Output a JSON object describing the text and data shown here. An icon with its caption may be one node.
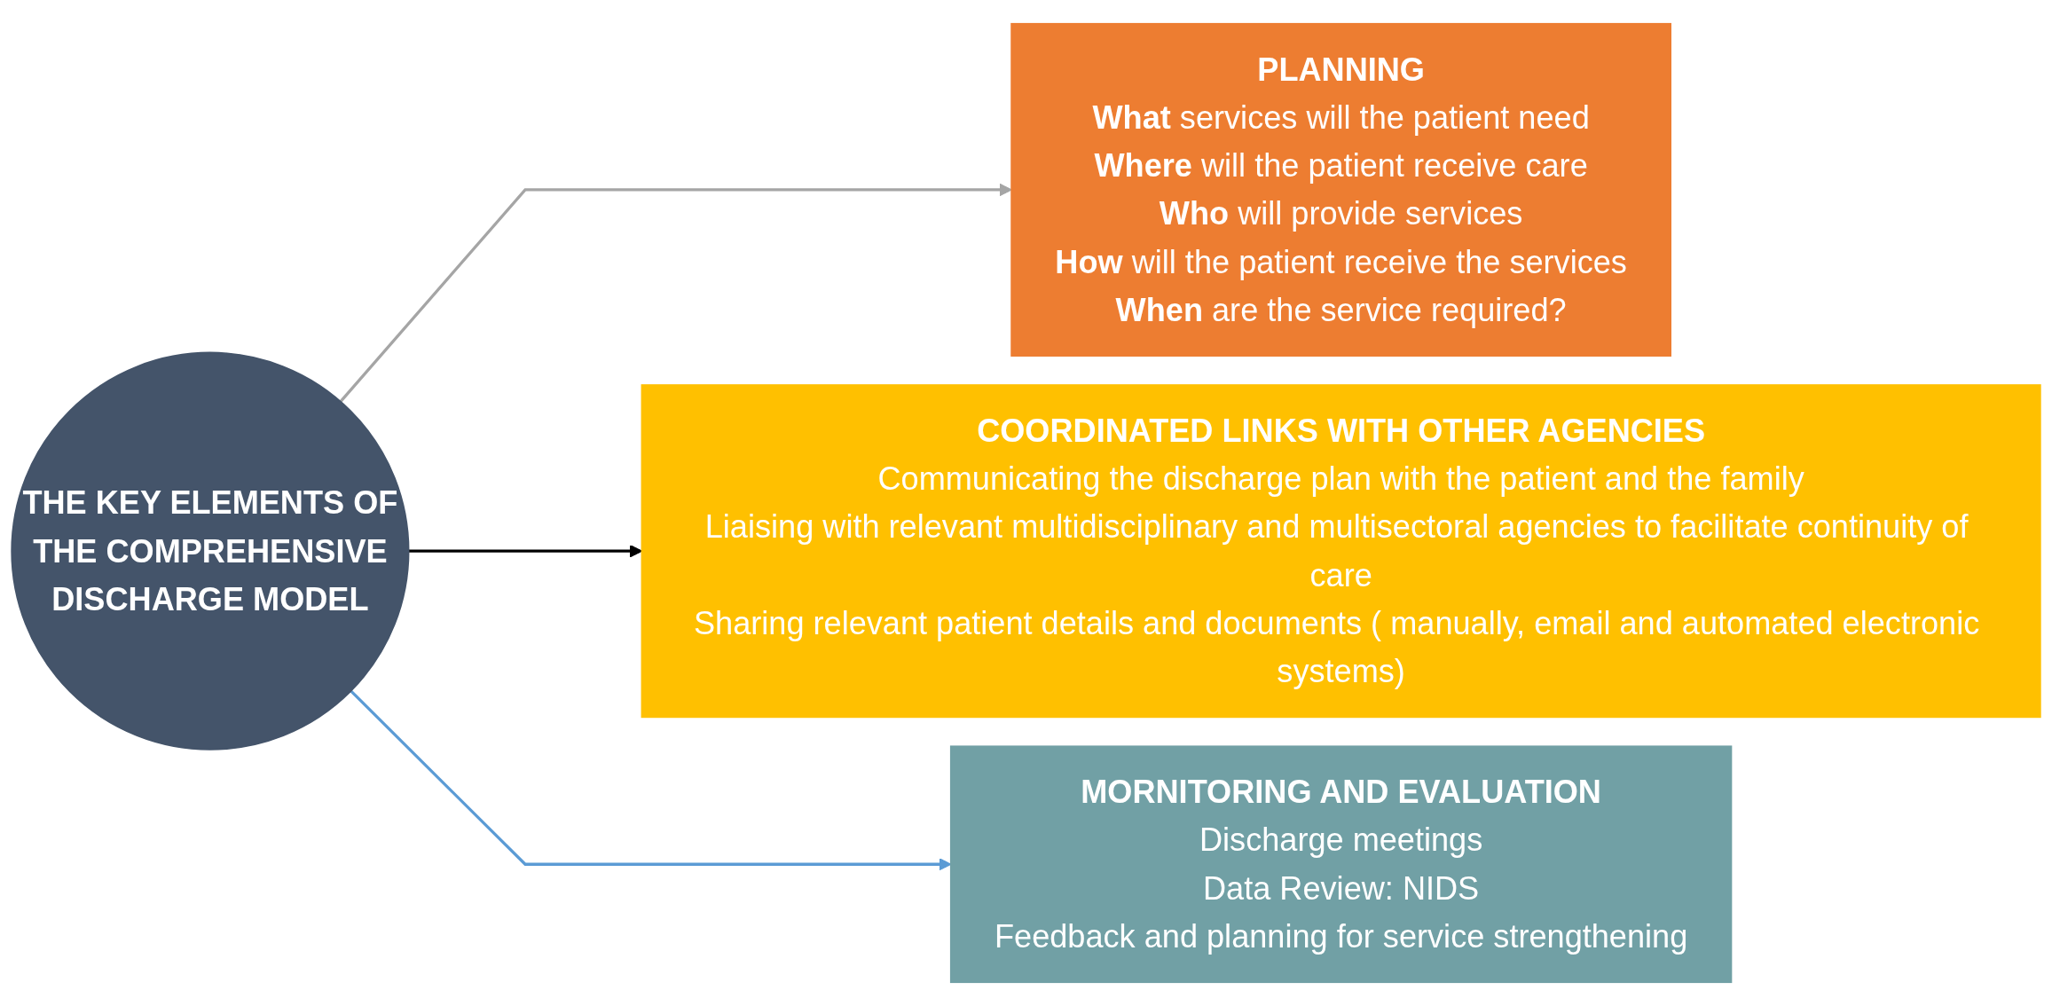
{
  "diagram": {
    "nodes": [
      {
        "text": [
          "THE KEY ELEMENTS OF THE COMPREHENSIVE DISCHARGE MODEL"
        ]
      },
      {
        "text": [
          "PLANNING",
          "**What** services will the patient need",
          "**Where** will the patient receive care",
          "**Who** will provide services",
          "**How** will the patient receive the services",
          "**When** are the service required?"
        ]
      },
      {
        "text": [
          "COORDINATED LINKS WITH OTHER AGENCIES",
          "Communicating the discharge plan with the patient and the family",
          "Liaising with relevant multidisciplinary and multisectoral agencies to facilitate continuity of care",
          "Sharing relevant patient details and documents ( manually, email and automated electronic systems)"
        ]
      },
      {
        "text": [
          "MORNITORING AND EVALUATION",
          "Discharge meetings",
          "Data Review: NIDS",
          "Feedback and planning for service strengthening"
        ]
      }
    ],
    "edges": [
      {
        "from": 0,
        "to": 1,
        "arrow": "to",
        "color": "#a5a5a5"
      },
      {
        "from": 0,
        "to": 2,
        "arrow": "to",
        "color": "#000000"
      },
      {
        "from": 0,
        "to": 3,
        "arrow": "to",
        "color": "#5b9bd5"
      }
    ]
  }
}
